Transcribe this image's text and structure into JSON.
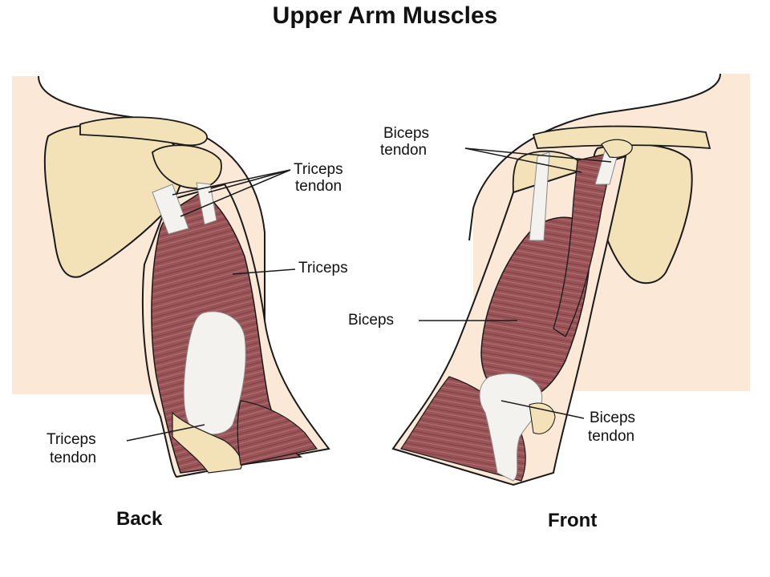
{
  "title": "Upper Arm Muscles",
  "colors": {
    "skin": "#fbe8d6",
    "bone": "#f3e2b8",
    "muscle": "#9a5458",
    "muscle_dark": "#6e3438",
    "tendon": "#f4f2ee",
    "outline": "#1a1a1a"
  },
  "back": {
    "view_label": "Back",
    "labels": {
      "triceps_tendon_top_line1": "Triceps",
      "triceps_tendon_top_line2": "tendon",
      "triceps": "Triceps",
      "triceps_tendon_bottom_line1": "Triceps",
      "triceps_tendon_bottom_line2": "tendon"
    }
  },
  "front": {
    "view_label": "Front",
    "labels": {
      "biceps_tendon_top_line1": "Biceps",
      "biceps_tendon_top_line2": "tendon",
      "biceps": "Biceps",
      "biceps_tendon_bottom_line1": "Biceps",
      "biceps_tendon_bottom_line2": "tendon"
    }
  }
}
